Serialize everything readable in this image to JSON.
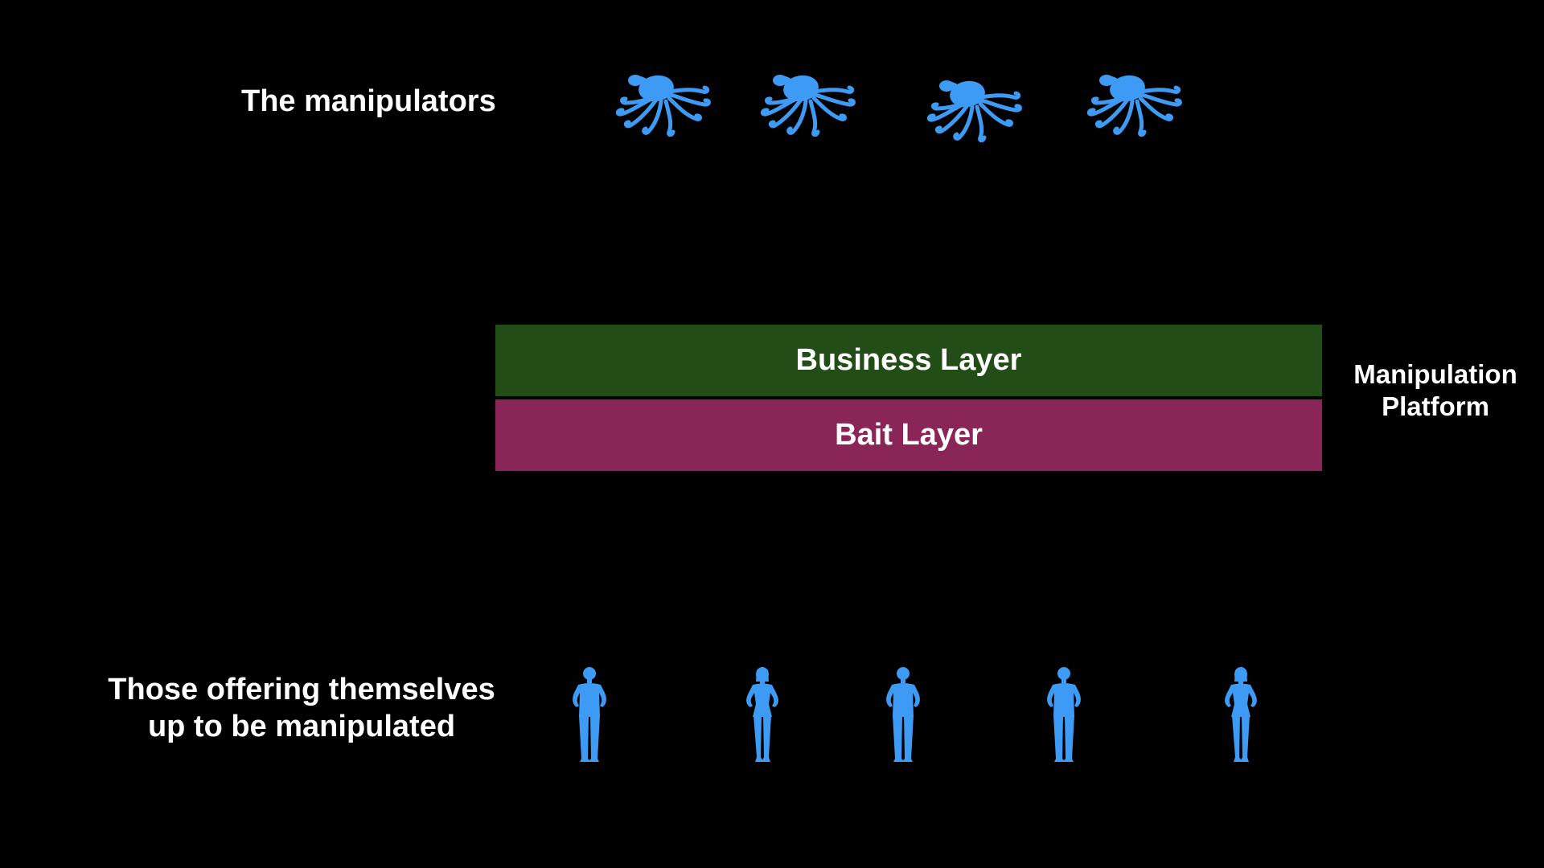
{
  "colors": {
    "background": "#000000",
    "icon_blue": "#3d9bf5",
    "business_layer_fill": "#234d16",
    "bait_layer_fill": "#8a2657",
    "text": "#ffffff"
  },
  "manipulators": {
    "label": "The manipulators",
    "icons": [
      "octopus-icon",
      "octopus-icon",
      "octopus-icon",
      "octopus-icon"
    ]
  },
  "platform": {
    "layers": [
      {
        "name": "business-layer",
        "label": "Business Layer"
      },
      {
        "name": "bait-layer",
        "label": "Bait Layer"
      }
    ],
    "label_line1": "Manipulation",
    "label_line2": "Platform"
  },
  "people": {
    "label_line1": "Those offering themselves",
    "label_line2": "up to be manipulated",
    "icons": [
      "man-icon",
      "woman-icon",
      "man-icon",
      "man-icon",
      "woman-icon"
    ]
  }
}
